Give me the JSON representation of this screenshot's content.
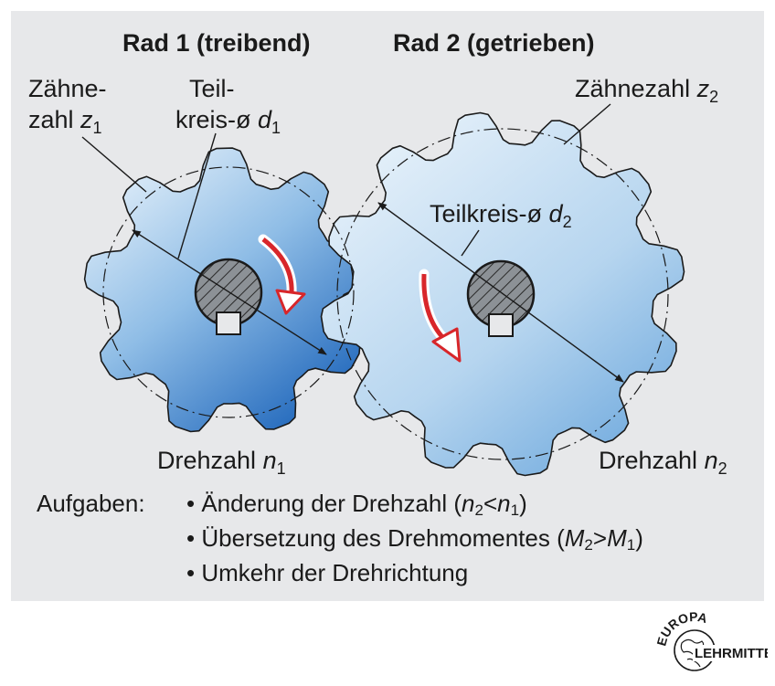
{
  "wheel1": {
    "title": "Rad 1 (treibend)",
    "teeth_label": {
      "line1": "Zähne-",
      "line2": "zahl",
      "symbol": "z",
      "index": "1"
    },
    "pitch_label": {
      "line1": "Teil-",
      "line2": "kreis-ø",
      "symbol": "d",
      "index": "1"
    },
    "speed_label": {
      "text": "Drehzahl",
      "symbol": "n",
      "index": "1"
    }
  },
  "wheel2": {
    "title": "Rad 2 (getrieben)",
    "teeth_label": {
      "text": "Zähnezahl",
      "symbol": "z",
      "index": "2"
    },
    "pitch_label": {
      "text": "Teilkreis-ø",
      "symbol": "d",
      "index": "2"
    },
    "speed_label": {
      "text": "Drehzahl",
      "symbol": "n",
      "index": "2"
    }
  },
  "tasks": {
    "heading": "Aufgaben:",
    "item1": {
      "text": "Änderung der Drehzahl (",
      "a": "n",
      "a_idx": "2",
      "op": "<",
      "b": "n",
      "b_idx": "1",
      "end": ")"
    },
    "item2": {
      "text": "Übersetzung des Drehmomentes (",
      "a": "M",
      "a_idx": "2",
      "op": ">",
      "b": "M",
      "b_idx": "1",
      "end": ")"
    },
    "item3": {
      "text": "Umkehr der Drehrichtung"
    }
  },
  "logo": {
    "top": "EUROPA",
    "bottom": "LEHRMITTEL"
  },
  "colors": {
    "panel": "#e7e8ea",
    "gear_light": "#dcebf8",
    "gear_dark": "#1e6cc2",
    "arrow": "#d8262a",
    "outline": "#1a1a1a"
  }
}
